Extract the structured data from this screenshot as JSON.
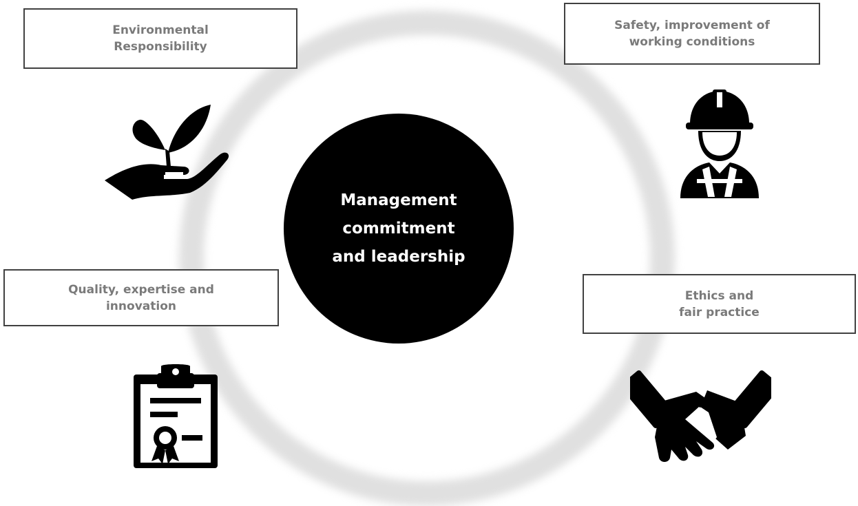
{
  "center": {
    "label": "Management\ncommitment\nand leadership"
  },
  "boxes": {
    "environmental": "Environmental\nResponsibility",
    "safety": "Safety, improvement of\nworking conditions",
    "quality": "Quality, expertise and\ninnovation",
    "ethics": "Ethics and\nfair practice"
  },
  "icons": {
    "environmental": "plant-in-hand-icon",
    "safety": "construction-worker-icon",
    "quality": "certificate-clipboard-icon",
    "ethics": "handshake-icon"
  },
  "colors": {
    "center_fill": "#000000",
    "ring": "#e0e0e0",
    "box_text": "#7a7a7a",
    "box_border": "#404040"
  }
}
